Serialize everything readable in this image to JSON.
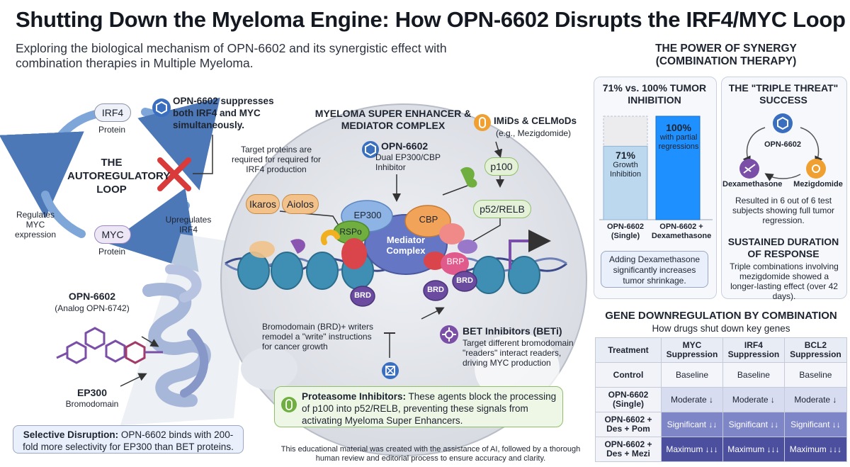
{
  "header": {
    "title": "Shutting Down the Myeloma Engine: How OPN-6602 Disrupts the IRF4/MYC Loop",
    "subtitle": "Exploring the biological mechanism of OPN-6602 and its synergistic effect with combination therapies in Multiple Myeloma."
  },
  "loop": {
    "title": "THE AUTOREGULATORY LOOP",
    "irf4": "IRF4",
    "irf4_sub": "Protein",
    "myc": "MYC",
    "myc_sub": "Protein",
    "regulates": "Regulates MYC expression",
    "upregulates": "Upregulates IRF4",
    "suppress_note": "OPN-6602 suppresses both IRF4 and MYC simultaneously."
  },
  "structure": {
    "drug": "OPN-6602",
    "drug_sub": "(Analog OPN-6742)",
    "target": "EP300",
    "target_sub": "Bromodomain",
    "callout_bold": "Selective Disruption:",
    "callout_text": "OPN-6602 binds with 200-fold more selectivity for EP300 than BET proteins."
  },
  "complex": {
    "title": "MYELOMA SUPER ENHANCER & MEDIATOR COMPLEX",
    "target_proteins": "Target proteins are required for required for IRF4 production",
    "opn_title": "OPN-6602",
    "opn_sub": "Dual EP300/CBP Inhibitor",
    "imids_title": "IMiDs & CELMoDs",
    "imids_sub": "(e.g., Mezigdomide)",
    "ikaros": "Ikaros",
    "aiolos": "Aiolos",
    "ep300": "EP300",
    "cbp": "CBP",
    "rspo": "RSPo",
    "mediator": "Mediator Complex",
    "p100": "p100",
    "p52": "p52/RELB",
    "brp": "BRP",
    "brd": "BRD",
    "brd_note": "Bromodomain (BRD)+ writers remodel a \"write\" instructions for cancer growth",
    "beti_title": "BET Inhibitors (BETi)",
    "beti_text": "Target different bromodomain \"readers\" interact readers, driving MYC production",
    "proteasome_bold": "Proteasome Inhibitors:",
    "proteasome_text": "These agents block the processing of p100 into p52/RELB, preventing these signals from activating Myeloma Super Enhancers."
  },
  "footer": {
    "disclaimer": "This educational material was created with the assistance of AI, followed by a thorough human review and editorial process to ensure accuracy and clarity."
  },
  "synergy": {
    "title": "THE POWER OF SYNERGY (COMBINATION THERAPY)",
    "bar_title": "71% vs. 100% TUMOR INHIBITION",
    "bar1_value": "71%",
    "bar1_label": "Growth Inhibition",
    "bar2_value": "100%",
    "bar2_label": "with partial regressions",
    "bar1_cat": "OPN-6602 (Single)",
    "bar2_cat": "OPN-6602 + Dexamethasone",
    "bar_note": "Adding Dexamethasone significantly increases tumor shrinkage.",
    "triple_title": "THE \"TRIPLE THREAT\" SUCCESS",
    "triple_opn": "OPN-6602",
    "triple_dex": "Dexamethasone",
    "triple_mez": "Mezigdomide",
    "triple_note": "Resulted in 6 out of 6 test subjects showing full tumor regression.",
    "sustained_title": "SUSTAINED DURATION OF RESPONSE",
    "sustained_text": "Triple combinations involving mezigdomide showed a longer-lasting effect (over 42 days)."
  },
  "chart_data": {
    "type": "bar",
    "categories": [
      "OPN-6602 (Single)",
      "OPN-6602 + Dexamethasone"
    ],
    "values": [
      71,
      100
    ],
    "title": "71% vs. 100% TUMOR INHIBITION",
    "ylim": [
      0,
      100
    ]
  },
  "gene_table": {
    "title": "GENE DOWNREGULATION BY COMBINATION",
    "subtitle": "How drugs shut down key genes",
    "headers": [
      "Treatment",
      "MYC Suppression",
      "IRF4 Suppression",
      "BCL2 Suppression"
    ],
    "rows": [
      {
        "name": "Control",
        "cells": [
          "Baseline",
          "Baseline",
          "Baseline"
        ]
      },
      {
        "name": "OPN-6602 (Single)",
        "cells": [
          "Moderate ↓",
          "Moderate ↓",
          "Moderate ↓"
        ]
      },
      {
        "name": "OPN-6602 + Des + Pom",
        "cells": [
          "Significant ↓↓",
          "Significant ↓↓",
          "Significant ↓↓"
        ]
      },
      {
        "name": "OPN-6602 + Des + Mezi",
        "cells": [
          "Maximum ↓↓↓",
          "Maximum ↓↓↓",
          "Maximum ↓↓↓"
        ]
      }
    ]
  },
  "colors": {
    "accent_blue": "#1e90ff",
    "light_blue": "#bcd8ee",
    "loop_arrow": "#5b86c4",
    "red_x": "#d93a3a",
    "purple": "#7b4fa8",
    "green": "#6fae3f"
  }
}
